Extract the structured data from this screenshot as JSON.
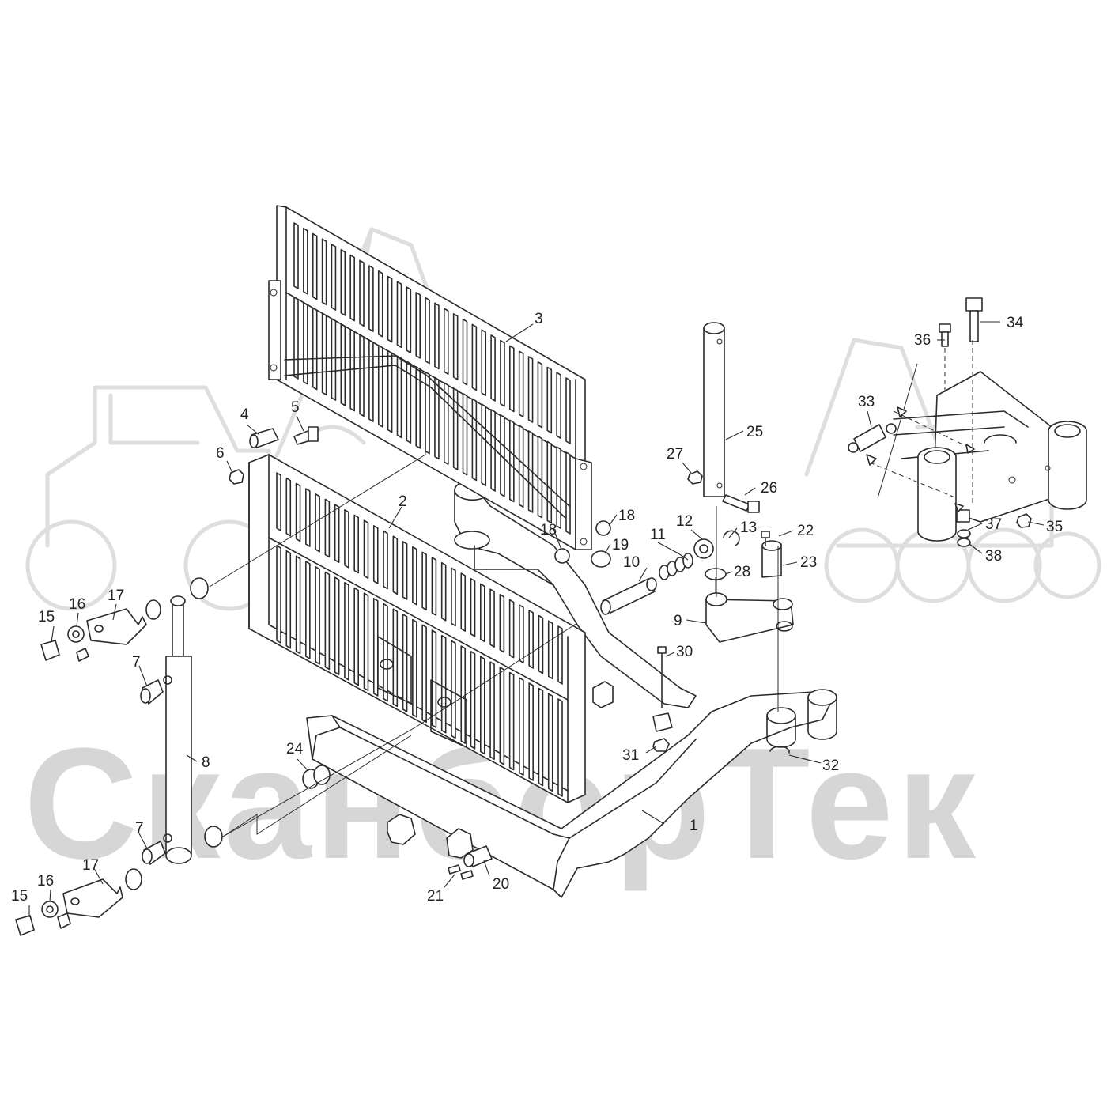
{
  "watermark": {
    "text": "СканборТек",
    "color": "#d6d6d6",
    "icon": "tractor-excavator-silhouette-icon"
  },
  "callouts": [
    {
      "id": "c1",
      "label": "1"
    },
    {
      "id": "c2",
      "label": "2"
    },
    {
      "id": "c3",
      "label": "3"
    },
    {
      "id": "c4",
      "label": "4"
    },
    {
      "id": "c5",
      "label": "5"
    },
    {
      "id": "c6",
      "label": "6"
    },
    {
      "id": "c7a",
      "label": "7"
    },
    {
      "id": "c7b",
      "label": "7"
    },
    {
      "id": "c8",
      "label": "8"
    },
    {
      "id": "c9",
      "label": "9"
    },
    {
      "id": "c10",
      "label": "10"
    },
    {
      "id": "c11",
      "label": "11"
    },
    {
      "id": "c12",
      "label": "12"
    },
    {
      "id": "c13",
      "label": "13"
    },
    {
      "id": "c15a",
      "label": "15"
    },
    {
      "id": "c15b",
      "label": "15"
    },
    {
      "id": "c16a",
      "label": "16"
    },
    {
      "id": "c16b",
      "label": "16"
    },
    {
      "id": "c17a",
      "label": "17"
    },
    {
      "id": "c17b",
      "label": "17"
    },
    {
      "id": "c18a",
      "label": "18"
    },
    {
      "id": "c18b",
      "label": "18"
    },
    {
      "id": "c19",
      "label": "19"
    },
    {
      "id": "c20",
      "label": "20"
    },
    {
      "id": "c21",
      "label": "21"
    },
    {
      "id": "c22",
      "label": "22"
    },
    {
      "id": "c23",
      "label": "23"
    },
    {
      "id": "c24",
      "label": "24"
    },
    {
      "id": "c25",
      "label": "25"
    },
    {
      "id": "c26",
      "label": "26"
    },
    {
      "id": "c27",
      "label": "27"
    },
    {
      "id": "c28",
      "label": "28"
    },
    {
      "id": "c30",
      "label": "30"
    },
    {
      "id": "c31",
      "label": "31"
    },
    {
      "id": "c32",
      "label": "32"
    },
    {
      "id": "c33",
      "label": "33"
    },
    {
      "id": "c34",
      "label": "34"
    },
    {
      "id": "c35",
      "label": "35"
    },
    {
      "id": "c36",
      "label": "36"
    },
    {
      "id": "c37",
      "label": "37"
    },
    {
      "id": "c38",
      "label": "38"
    }
  ]
}
